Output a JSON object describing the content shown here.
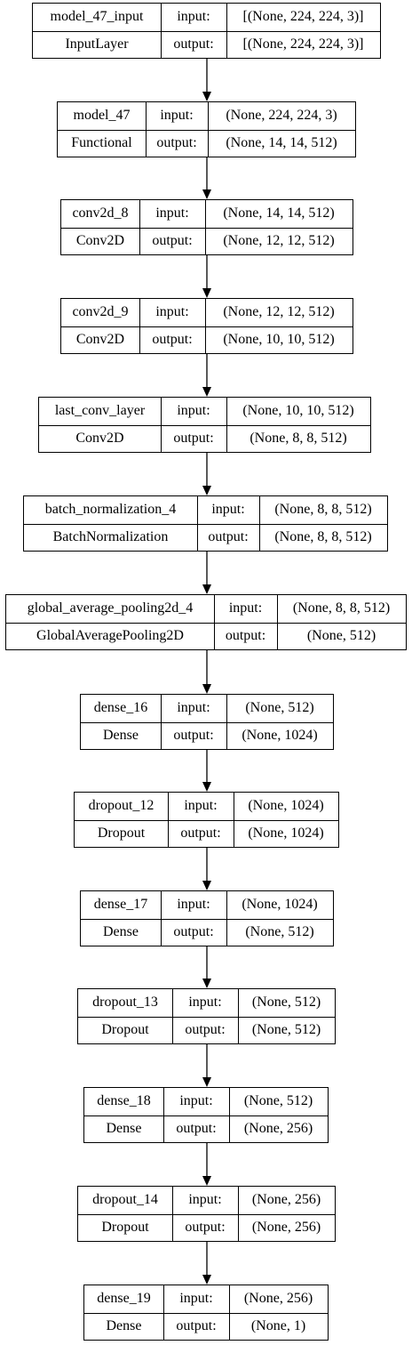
{
  "layers": [
    {
      "name": "model_47_input",
      "type": "InputLayer",
      "input_label": "input:",
      "output_label": "output:",
      "input_shape": "[(None, 224, 224, 3)]",
      "output_shape": "[(None, 224, 224, 3)]"
    },
    {
      "name": "model_47",
      "type": "Functional",
      "input_label": "input:",
      "output_label": "output:",
      "input_shape": "(None, 224, 224, 3)",
      "output_shape": "(None, 14, 14, 512)"
    },
    {
      "name": "conv2d_8",
      "type": "Conv2D",
      "input_label": "input:",
      "output_label": "output:",
      "input_shape": "(None, 14, 14, 512)",
      "output_shape": "(None, 12, 12, 512)"
    },
    {
      "name": "conv2d_9",
      "type": "Conv2D",
      "input_label": "input:",
      "output_label": "output:",
      "input_shape": "(None, 12, 12, 512)",
      "output_shape": "(None, 10, 10, 512)"
    },
    {
      "name": "last_conv_layer",
      "type": "Conv2D",
      "input_label": "input:",
      "output_label": "output:",
      "input_shape": "(None, 10, 10, 512)",
      "output_shape": "(None, 8, 8, 512)"
    },
    {
      "name": "batch_normalization_4",
      "type": "BatchNormalization",
      "input_label": "input:",
      "output_label": "output:",
      "input_shape": "(None, 8, 8, 512)",
      "output_shape": "(None, 8, 8, 512)"
    },
    {
      "name": "global_average_pooling2d_4",
      "type": "GlobalAveragePooling2D",
      "input_label": "input:",
      "output_label": "output:",
      "input_shape": "(None, 8, 8, 512)",
      "output_shape": "(None, 512)"
    },
    {
      "name": "dense_16",
      "type": "Dense",
      "input_label": "input:",
      "output_label": "output:",
      "input_shape": "(None, 512)",
      "output_shape": "(None, 1024)"
    },
    {
      "name": "dropout_12",
      "type": "Dropout",
      "input_label": "input:",
      "output_label": "output:",
      "input_shape": "(None, 1024)",
      "output_shape": "(None, 1024)"
    },
    {
      "name": "dense_17",
      "type": "Dense",
      "input_label": "input:",
      "output_label": "output:",
      "input_shape": "(None, 1024)",
      "output_shape": "(None, 512)"
    },
    {
      "name": "dropout_13",
      "type": "Dropout",
      "input_label": "input:",
      "output_label": "output:",
      "input_shape": "(None, 512)",
      "output_shape": "(None, 512)"
    },
    {
      "name": "dense_18",
      "type": "Dense",
      "input_label": "input:",
      "output_label": "output:",
      "input_shape": "(None, 512)",
      "output_shape": "(None, 256)"
    },
    {
      "name": "dropout_14",
      "type": "Dropout",
      "input_label": "input:",
      "output_label": "output:",
      "input_shape": "(None, 256)",
      "output_shape": "(None, 256)"
    },
    {
      "name": "dense_19",
      "type": "Dense",
      "input_label": "input:",
      "output_label": "output:",
      "input_shape": "(None, 256)",
      "output_shape": "(None, 1)"
    }
  ],
  "colors": {
    "stroke": "#000000",
    "background": "#ffffff",
    "text": "#000000"
  }
}
